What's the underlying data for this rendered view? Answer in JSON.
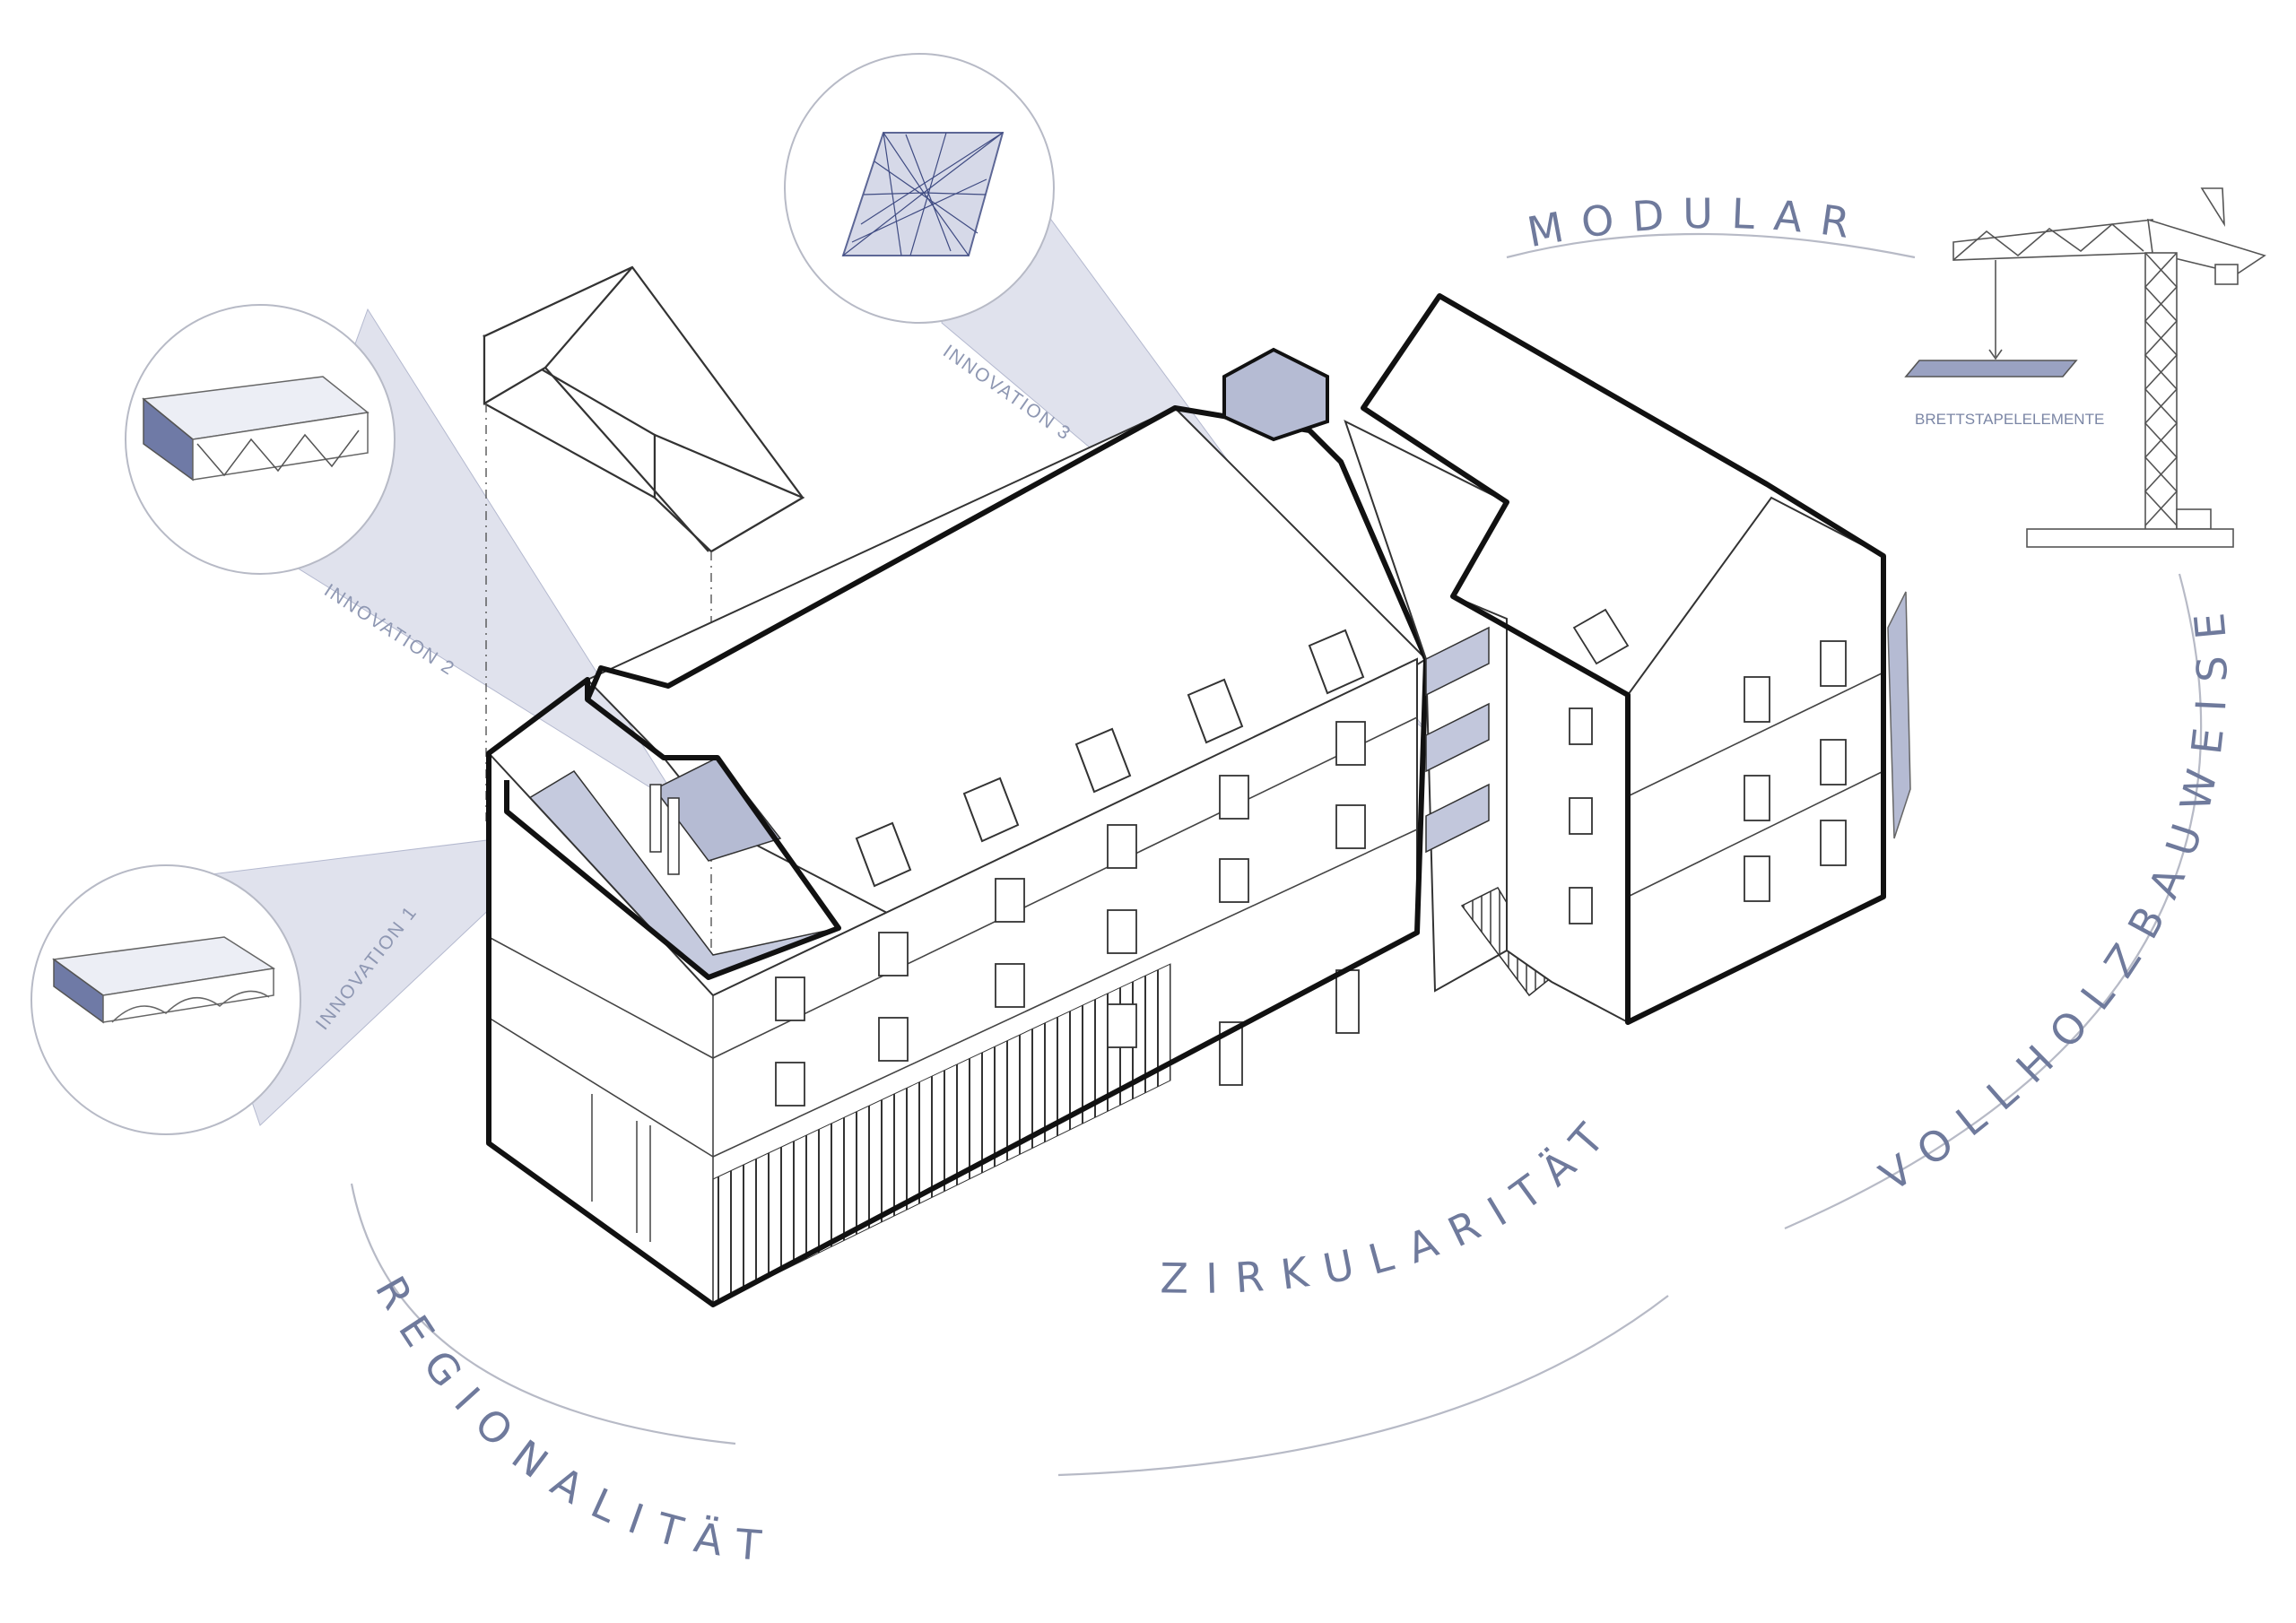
{
  "labels": {
    "modular": "MODULAR",
    "vollholzbauweise": "VOLLHOLZBAUWEISE",
    "zirkularitaet": "ZIRKULARITÄT",
    "regionalitaet": "REGIONALITÄT",
    "innovation1": "INNOVATION 1",
    "innovation2": "INNOVATION 2",
    "innovation3": "INNOVATION 3",
    "brettstapel": "BRETTSTAPELELEMENTE"
  },
  "colors": {
    "outline": "#111111",
    "thin_line": "#555555",
    "accent_blue": "#b9bed6",
    "accent_blue_light": "#dcdfec",
    "text_blue": "#6f7a9c"
  },
  "icons": {
    "crane": "crane-icon",
    "detail_innovation1": "vaulted-slab-detail",
    "detail_innovation2": "truss-slab-detail",
    "detail_innovation3": "geodesic-panel-detail"
  }
}
